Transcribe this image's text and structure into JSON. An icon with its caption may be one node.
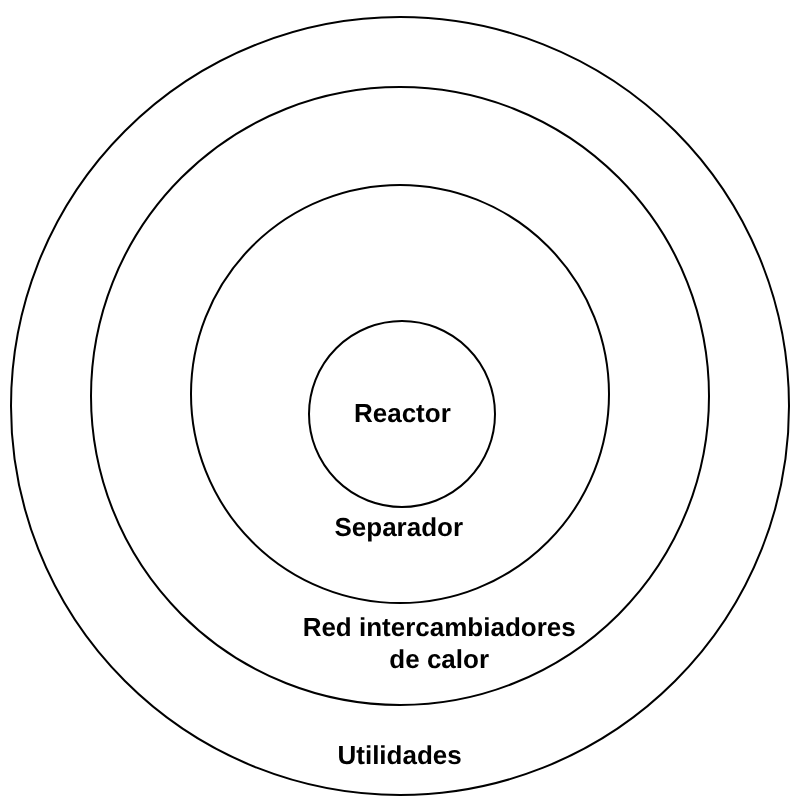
{
  "diagram": {
    "nodes": [
      {
        "text": [
          "Utilidades"
        ]
      },
      {
        "text": [
          "Red intercambiadores de calor"
        ],
        "in": 0
      },
      {
        "text": [
          "Separador"
        ],
        "in": 1
      },
      {
        "text": [
          "Reactor"
        ],
        "in": 2
      }
    ]
  }
}
